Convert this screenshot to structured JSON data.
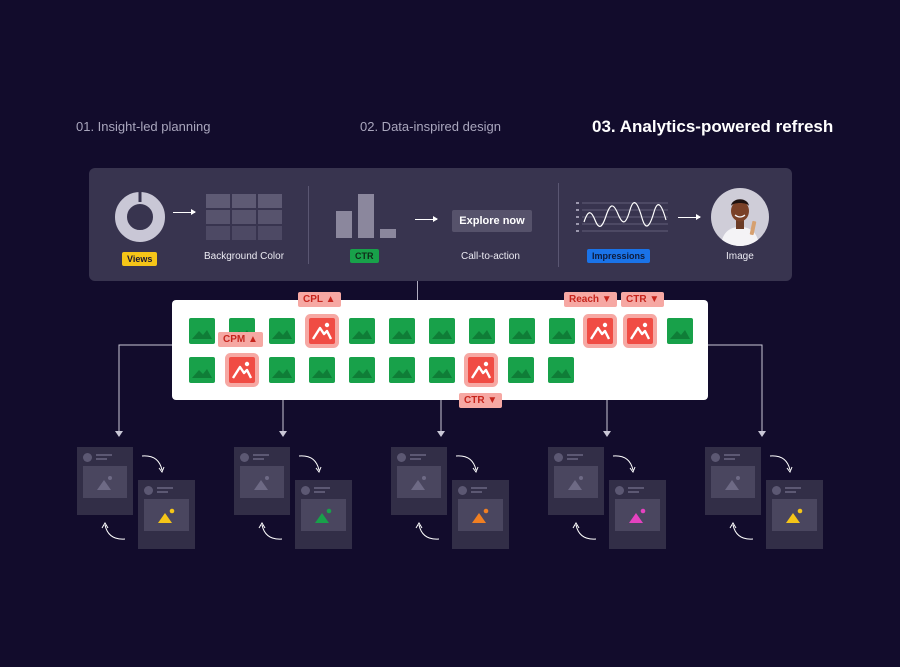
{
  "steps": [
    {
      "label": "01. Insight-led planning"
    },
    {
      "label": "02. Data-inspired design"
    },
    {
      "label": "03. Analytics-powered refresh"
    }
  ],
  "panel": {
    "sections": [
      {
        "tag": "Views",
        "caption": "Background Color",
        "tag_color": "#f5c518"
      },
      {
        "tag": "CTR",
        "caption": "Call-to-action",
        "tag_color": "#18a14a"
      },
      {
        "tag": "Impressions",
        "caption": "Image",
        "tag_color": "#1a73e8"
      }
    ],
    "cta_button": "Explore now"
  },
  "grid": {
    "metrics": [
      {
        "label": "CPL ▲"
      },
      {
        "label": "CPM ▲"
      },
      {
        "label": "Reach ▼"
      },
      {
        "label": "CTR ▼"
      },
      {
        "label": "CTR ▼"
      }
    ],
    "tile_color": "#18a14a",
    "underperforming_color": "#f04c44"
  },
  "variants": [
    {
      "accent": "#f5c518"
    },
    {
      "accent": "#18a14a"
    },
    {
      "accent": "#f07f22"
    },
    {
      "accent": "#e542c0"
    },
    {
      "accent": "#f5c518"
    }
  ]
}
